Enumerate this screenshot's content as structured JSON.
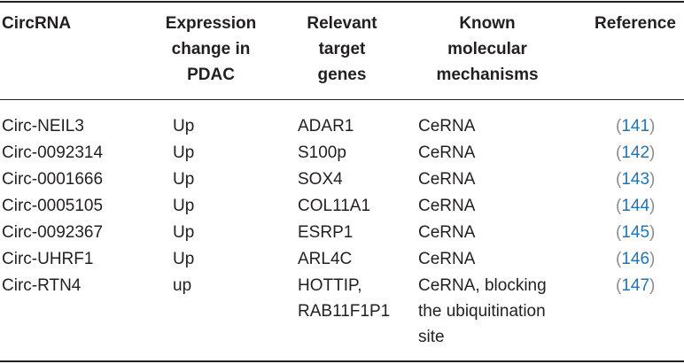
{
  "headers": {
    "circrna": "CircRNA",
    "expression": [
      "Expression",
      "change in",
      "PDAC"
    ],
    "targets": [
      "Relevant",
      "target",
      "genes"
    ],
    "mechanisms": [
      "Known",
      "molecular",
      "mechanisms"
    ],
    "reference": "Reference"
  },
  "rows": [
    {
      "circrna": "Circ-NEIL3",
      "expression": "Up",
      "target": [
        "ADAR1"
      ],
      "mechanism": [
        "CeRNA"
      ],
      "ref": "141"
    },
    {
      "circrna": "Circ-0092314",
      "expression": "Up",
      "target": [
        "S100p"
      ],
      "mechanism": [
        "CeRNA"
      ],
      "ref": "142"
    },
    {
      "circrna": "Circ-0001666",
      "expression": "Up",
      "target": [
        "SOX4"
      ],
      "mechanism": [
        "CeRNA"
      ],
      "ref": "143"
    },
    {
      "circrna": "Circ-0005105",
      "expression": "Up",
      "target": [
        "COL11A1"
      ],
      "mechanism": [
        "CeRNA"
      ],
      "ref": "144"
    },
    {
      "circrna": "Circ-0092367",
      "expression": "Up",
      "target": [
        "ESRP1"
      ],
      "mechanism": [
        "CeRNA"
      ],
      "ref": "145"
    },
    {
      "circrna": "Circ-UHRF1",
      "expression": "Up",
      "target": [
        "ARL4C"
      ],
      "mechanism": [
        "CeRNA"
      ],
      "ref": "146"
    },
    {
      "circrna": "Circ-RTN4",
      "expression": "up",
      "target": [
        "HOTTIP,",
        "RAB11F1P1"
      ],
      "mechanism": [
        "CeRNA, blocking",
        "the ubiquitination",
        "site"
      ],
      "ref": "147"
    }
  ]
}
